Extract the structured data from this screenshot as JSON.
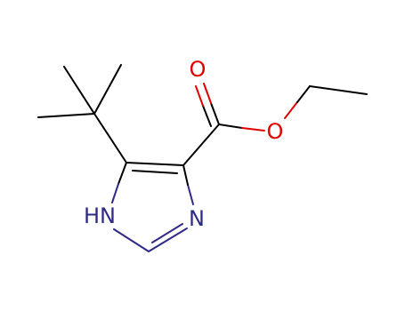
{
  "molecule": {
    "atoms": {
      "carbonyl_oxygen": "O",
      "ester_oxygen": "O",
      "ring_nh": "HN",
      "ring_n": "N"
    },
    "colors": {
      "bond": "#000000",
      "oxygen": "#e00000",
      "nitrogen": "#2f2a85"
    }
  }
}
